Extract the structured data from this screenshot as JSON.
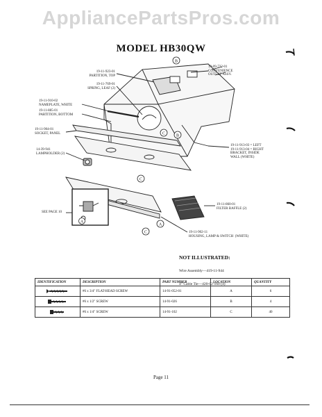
{
  "watermark": "AppliancePartsPros.com",
  "title": "MODEL HB30QW",
  "callouts": [
    {
      "id": "convenience-outlet",
      "text": "19-09-722-01\nCONVENIENCE\nOUTLET ASSY."
    },
    {
      "id": "partition-top",
      "text": "19-11-923-01\nPARTITION, TOP"
    },
    {
      "id": "spring-leaf",
      "text": "19-11-769-01\nSPRING, LEAF (2)"
    },
    {
      "id": "nameplate",
      "text": "19-11-910-02\nNAMEPLATE, WHITE"
    },
    {
      "id": "partition-bottom",
      "text": "19-11-885-01\nPARTITION, BOTTOM"
    },
    {
      "id": "socket-panel",
      "text": "19-11-904-01\nSOCKET, PANEL"
    },
    {
      "id": "lampholder",
      "text": "14-39-941\nLAMPHOLDER (2)"
    },
    {
      "id": "see-page",
      "text": "SEE PAGE 10"
    },
    {
      "id": "bracket",
      "text": "19-11-913-03 = LEFT\n19-11-913-04 = RIGHT\nBRACKET, INSIDE\nWALL (WHITE)"
    },
    {
      "id": "filter-baffle",
      "text": "19-11-860-01\nFILTER BAFFLE (2)"
    },
    {
      "id": "housing",
      "text": "19-11-902-11\nHOUSING, LAMP & SWITCH  (WHITE)"
    }
  ],
  "letters": {
    "b": "B",
    "c": "C",
    "a": "A"
  },
  "not_illustrated": {
    "heading": "NOT ILLUSTRATED:",
    "line1": "Wire Assembly—419-11-944",
    "line2": "4\" Cable Tie—420-02-160 (4)"
  },
  "table": {
    "headers": [
      "IDENTIFICATION",
      "DESCRIPTION",
      "PART NUMBER",
      "LOCATION",
      "QUANTITY"
    ],
    "rows": [
      {
        "description": "#6 x 3/4\" FLAT-HEAD SCREW",
        "part": "14-91-052-01",
        "location": "A",
        "quantity": "6"
      },
      {
        "description": "#6 x 1/2\" SCREW",
        "part": "14-91-026",
        "location": "B",
        "quantity": "4"
      },
      {
        "description": "#6 x 1/4\" SCREW",
        "part": "14-91-102",
        "location": "C",
        "quantity": "40"
      }
    ]
  },
  "page_label": "Page 11"
}
